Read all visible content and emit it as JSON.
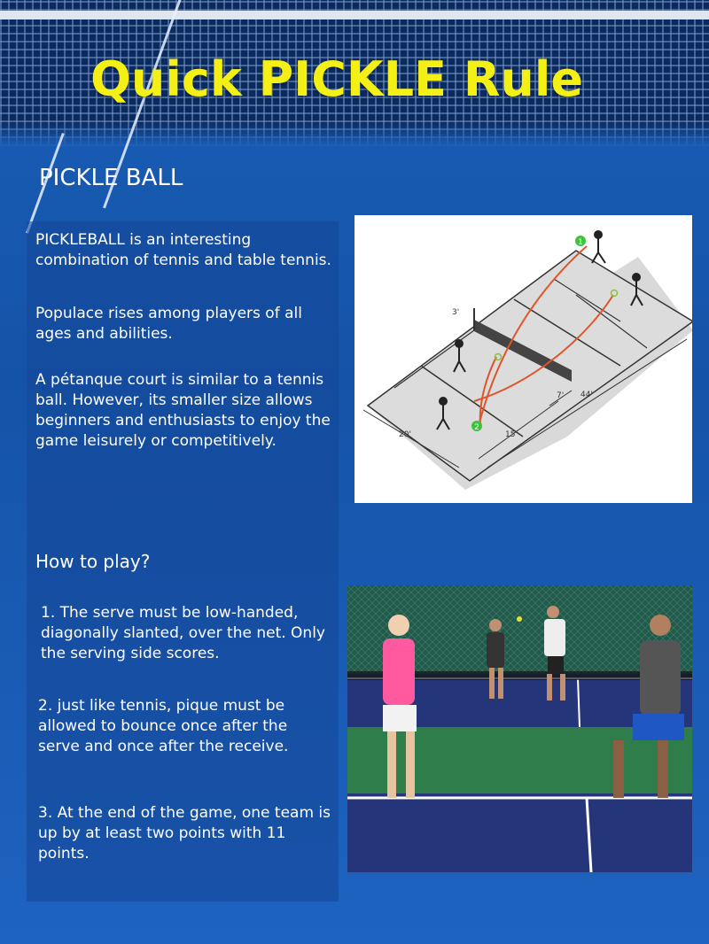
{
  "title": "Quick PICKLE Rule",
  "section_title": "PICKLE BALL",
  "intro": {
    "p1": "PICKLEBALL is an interesting combination of tennis and table tennis.",
    "p2": "Populace rises among players of all ages and abilities.",
    "p3": "A pétanque court is similar to a tennis ball. However, its smaller size allows beginners and enthusiasts to enjoy the game leisurely or competitively."
  },
  "how_to_play": {
    "heading": "How to play?",
    "rules": [
      "1. The serve must be low-handed, diagonally slanted, over the net. Only the serving side scores.",
      "2. just like tennis, pique must be allowed to bounce once after the serve and once after the receive.",
      "3. At the end of the game, one team is up by at least two points with 11 points."
    ]
  },
  "diagram": {
    "labels": {
      "net_height": "3'",
      "width": "20'",
      "kitchen": "7'",
      "service": "15'",
      "length": "44'",
      "player1": "1",
      "player2": "2"
    },
    "colors": {
      "court": "#d9d9d9",
      "line": "#333333",
      "arrow": "#e0542a",
      "marker": "#3cc23c"
    }
  },
  "photo": {
    "colors": {
      "fence": "#1f5a4a",
      "court_blue": "#24357a",
      "court_green": "#2f7d4a"
    }
  },
  "colors": {
    "title": "#f4f016",
    "background": "#1a5fb8"
  }
}
